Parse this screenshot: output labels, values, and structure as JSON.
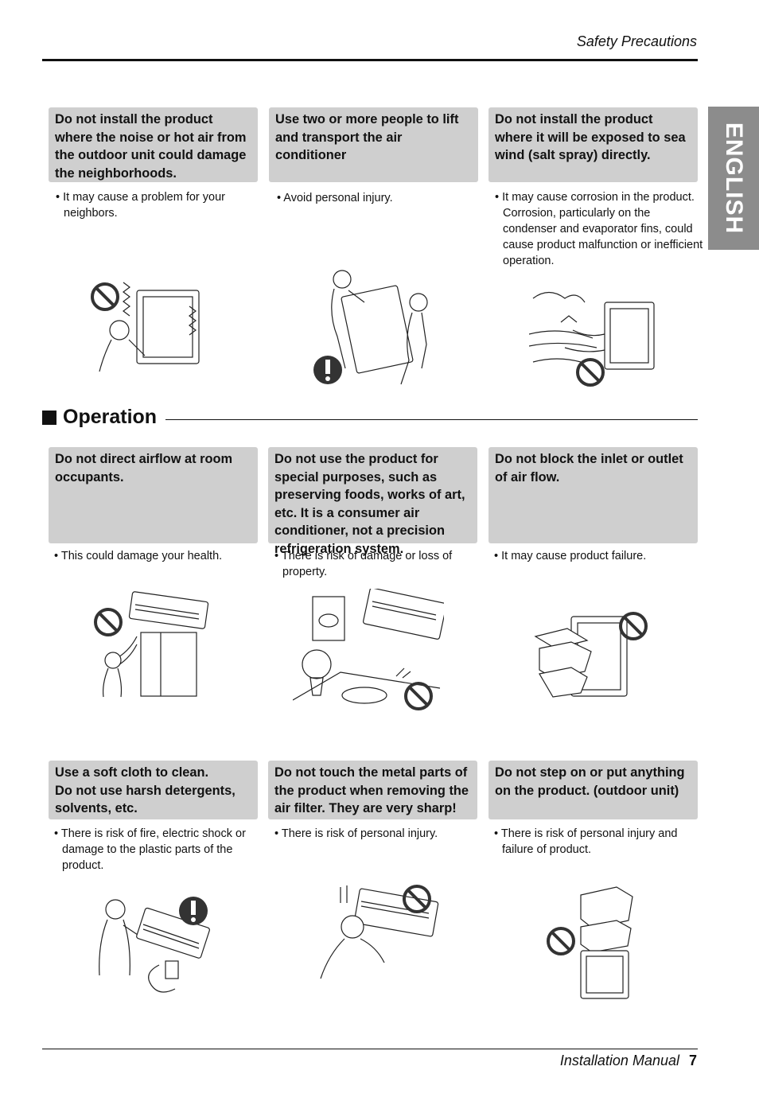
{
  "header": {
    "title": "Safety Precautions"
  },
  "side_tab": {
    "label": "ENGLISH"
  },
  "top_cards": [
    {
      "title": "Do not install the product where the noise or hot air from the outdoor unit could damage the neighborhoods.",
      "note": "• It may cause a problem for your neighbors."
    },
    {
      "title": "Use two or more people to lift and transport the air conditioner",
      "note": "• Avoid personal injury."
    },
    {
      "title": "Do not install the product where it will be exposed to sea wind (salt spray) directly.",
      "note": "• It may cause corrosion in the product. Corrosion, particularly on the condenser and evaporator fins, could cause product malfunction or inefficient operation."
    }
  ],
  "section": {
    "title": "Operation"
  },
  "op_cards": [
    {
      "title": "Do not direct airflow at room occupants.",
      "note": "• This could damage your health."
    },
    {
      "title": "Do not use the product for special purposes, such as preserving foods, works of art, etc. It is a consumer air conditioner, not a precision refrigeration system.",
      "note": "• There is risk of damage or loss of property."
    },
    {
      "title": "Do not block the inlet or outlet of air flow.",
      "note": "• It may cause product failure."
    },
    {
      "title": "Use a soft cloth to clean.\nDo not use harsh detergents, solvents, etc.",
      "note": "• There is risk of fire, electric shock or damage to the plastic parts of the product."
    },
    {
      "title": "Do not touch the metal parts of the product when removing the air filter. They are very sharp!",
      "note": "• There is risk of personal injury."
    },
    {
      "title": "Do not step on or put anything on the product. (outdoor unit)",
      "note": "• There is risk of personal injury and failure of product."
    }
  ],
  "footer": {
    "label": "Installation Manual",
    "page": "7"
  }
}
